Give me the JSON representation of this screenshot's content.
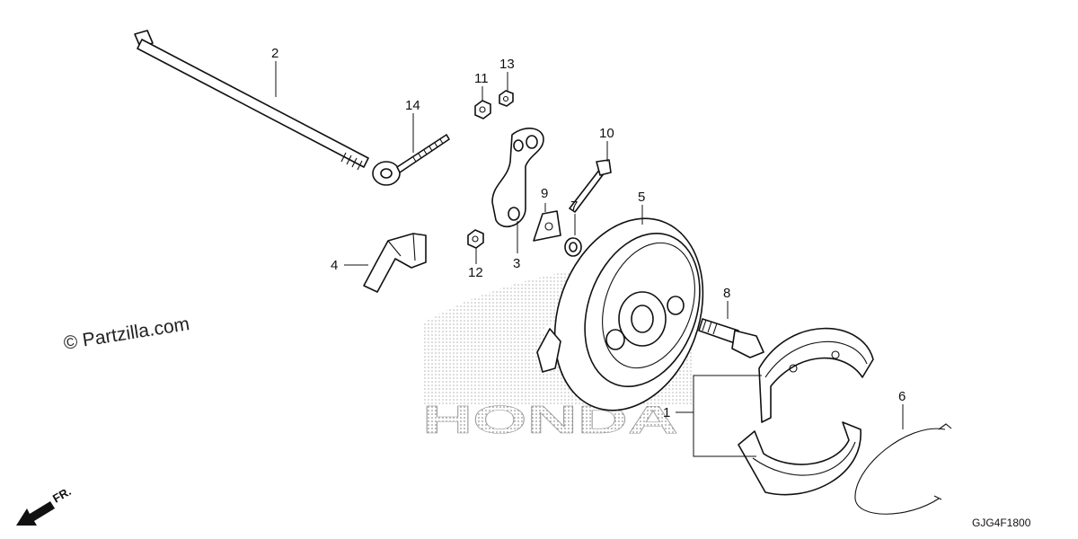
{
  "watermark": "© Partzilla.com",
  "diagram_code": "GJG4F1800",
  "direction_label": "FR.",
  "brand_mark_text": "HONDA",
  "callouts": [
    {
      "id": "1",
      "text": "1"
    },
    {
      "id": "2",
      "text": "2"
    },
    {
      "id": "3",
      "text": "3"
    },
    {
      "id": "4",
      "text": "4"
    },
    {
      "id": "5",
      "text": "5"
    },
    {
      "id": "6",
      "text": "6"
    },
    {
      "id": "7",
      "text": "7"
    },
    {
      "id": "8",
      "text": "8"
    },
    {
      "id": "9",
      "text": "9"
    },
    {
      "id": "10",
      "text": "10"
    },
    {
      "id": "11",
      "text": "11"
    },
    {
      "id": "12",
      "text": "12"
    },
    {
      "id": "13",
      "text": "13"
    },
    {
      "id": "14",
      "text": "14"
    }
  ]
}
